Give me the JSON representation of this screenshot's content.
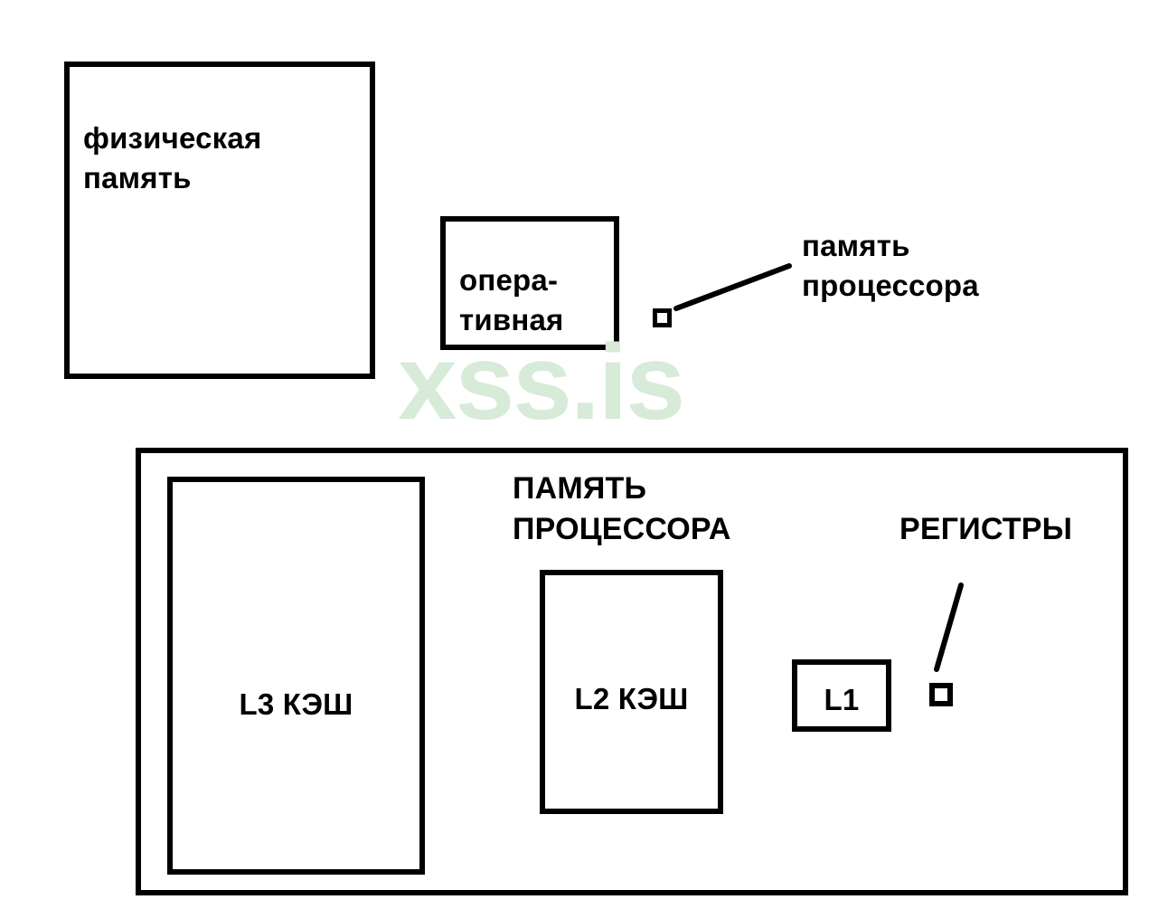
{
  "diagram": {
    "title_watermark": "xss.is",
    "colors": {
      "stroke": "#000000",
      "background": "#ffffff",
      "watermark": "#d8ead8"
    },
    "upper_section": {
      "physical_memory_box_label": "физическая\nпамять",
      "ram_box_label": "опера-\nтивная",
      "cpu_memory_callout_label": "память\nпроцессора"
    },
    "lower_section": {
      "section_title": "ПАМЯТЬ\nПРОЦЕССОРА",
      "registers_callout_label": "РЕГИСТРЫ",
      "l3_label": "L3 КЭШ",
      "l2_label": "L2 КЭШ",
      "l1_label": "L1"
    }
  }
}
